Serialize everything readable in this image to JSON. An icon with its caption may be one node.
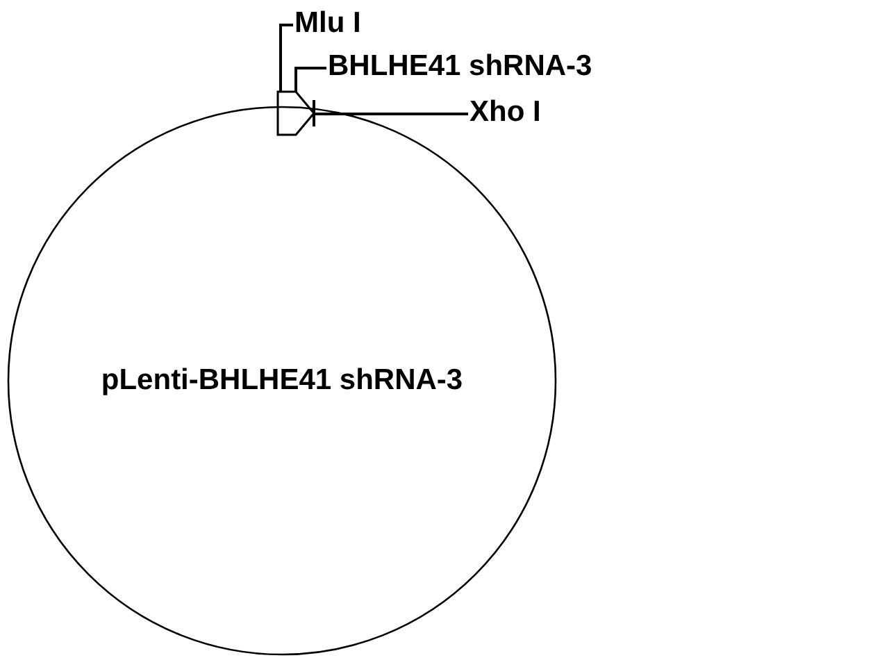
{
  "diagram": {
    "nodes": [
      {
        "text": [
          "pLenti-BHLHE41 shRNA-3"
        ]
      },
      {
        "text": [],
        "shape": "arrow"
      },
      {
        "text": [
          "Mlu I"
        ]
      },
      {
        "text": [
          "BHLHE41 shRNA-3"
        ]
      },
      {
        "text": [
          "Xho I"
        ]
      }
    ],
    "edges": [
      {
        "from": 2,
        "to": 1,
        "arrow": "none"
      },
      {
        "from": 3,
        "to": 1,
        "arrow": "none"
      },
      {
        "from": 4,
        "to": 1,
        "arrow": "none"
      }
    ]
  }
}
